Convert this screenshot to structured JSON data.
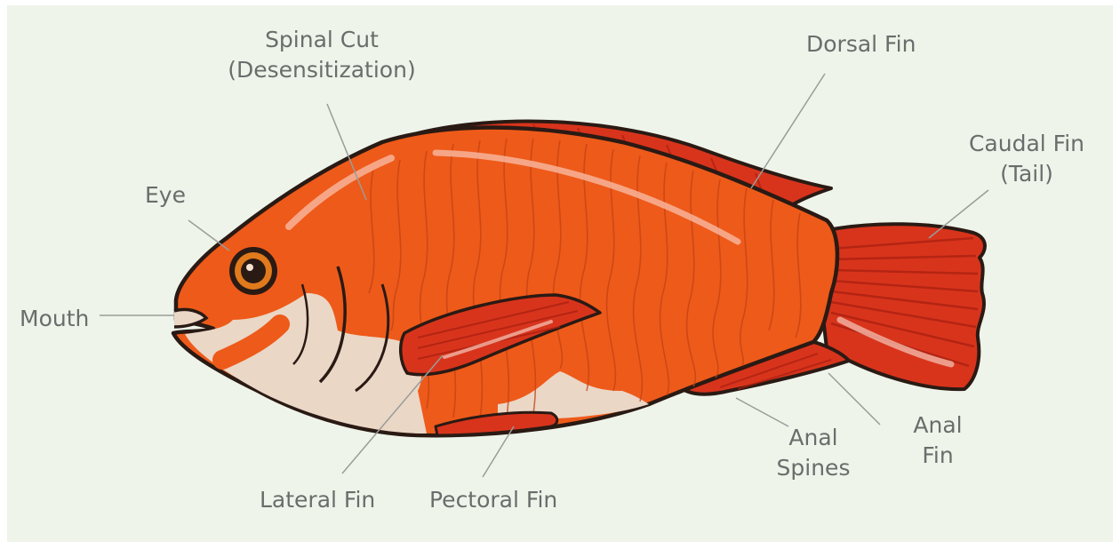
{
  "labels": {
    "spinal_cut": [
      "Spinal Cut",
      "(Desensitization)"
    ],
    "dorsal_fin": "Dorsal Fin",
    "caudal_fin": [
      "Caudal Fin",
      "(Tail)"
    ],
    "eye": "Eye",
    "mouth": "Mouth",
    "lateral_fin": "Lateral Fin",
    "pectoral_fin": "Pectoral Fin",
    "anal_spines": [
      "Anal",
      "Spines"
    ],
    "anal_fin": [
      "Anal",
      "Fin"
    ]
  },
  "colors": {
    "background": "#eef4ea",
    "body": "#ee5a1a",
    "fin": "#d8341c",
    "belly": "#ead7c6",
    "outline": "#2a1a14",
    "label": "#6a6d6b",
    "leader": "#9a9c98"
  }
}
